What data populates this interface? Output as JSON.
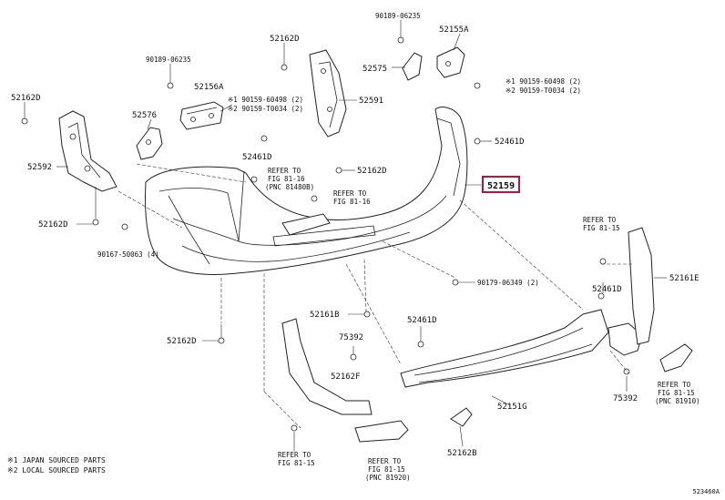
{
  "parts": {
    "p90189_top": "90189-06235",
    "p52155A": "52155A",
    "p52162D_top": "52162D",
    "p90189_left": "90189-06235",
    "p52575": "52575",
    "pk1_a": "※1 90159-60498 (2)",
    "pk2_a": "※2 90159-T0034 (2)",
    "p52162D_left": "52162D",
    "p52156A": "52156A",
    "pk1_b": "※1 90159-60498 (2)",
    "pk2_b": "※2 90159-T0034 (2)",
    "p52591": "52591",
    "p52576": "52576",
    "p52461D_r": "52461D",
    "p52592": "52592",
    "p52461D_m": "52461D",
    "p52162D_mid": "52162D",
    "p52159": "52159",
    "ref1_a": "REFER TO",
    "ref1_b": "FIG 81-16",
    "ref1_c": "(PNC 81480B)",
    "ref2_a": "REFER TO",
    "ref2_b": "FIG 81-16",
    "p52162D_l2": "52162D",
    "ref3_a": "REFER TO",
    "ref3_b": "FIG 81-15",
    "p90167": "90167-50063 (4)",
    "p52161E": "52161E",
    "p90179": "90179-06349 (2)",
    "p52461D_r2": "52461D",
    "p52161B": "52161B",
    "p52461D_b": "52461D",
    "p52162D_b": "52162D",
    "p75392_m": "75392",
    "p52162F": "52162F",
    "p52151G": "52151G",
    "p75392_r": "75392",
    "ref4_a": "REFER TO",
    "ref4_b": "FIG 81-15",
    "ref4_c": "(PNC 81910)",
    "ref5_a": "REFER TO",
    "ref5_b": "FIG 81-15",
    "p52162B": "52162B",
    "ref6_a": "REFER TO",
    "ref6_b": "FIG 81-15",
    "ref6_c": "(PNC 81920)"
  },
  "legend": {
    "line1": "※1 JAPAN SOURCED PARTS",
    "line2": "※2 LOCAL SOURCED PARTS"
  },
  "diagram_code": "523460A",
  "highlight_color": "#b0173a"
}
